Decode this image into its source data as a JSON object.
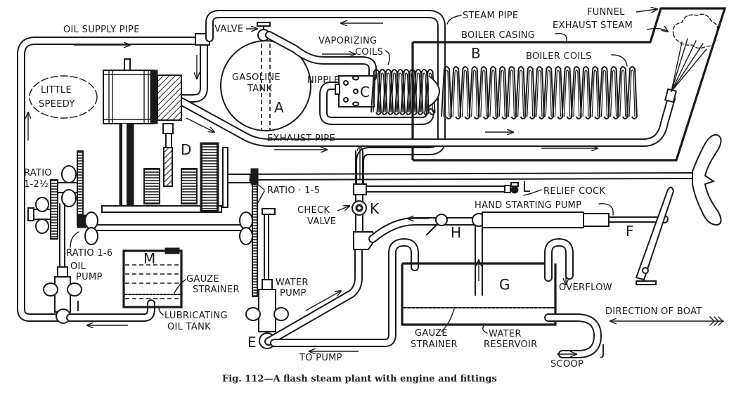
{
  "figure": {
    "caption": "Fig. 112—A flash steam plant with engine and fittings",
    "title_note": "LITTLE SPEEDY"
  },
  "components": {
    "gasoline_tank": {
      "letter": "A",
      "label_line1": "GASOLINE",
      "label_line2": "TANK"
    },
    "boiler": {
      "letter": "B"
    },
    "burner": {
      "letter": "C"
    },
    "engine": {
      "letter": "D"
    },
    "water_pump": {
      "letter": "E",
      "label_line1": "WATER",
      "label_line2": "PUMP"
    },
    "hand_pump": {
      "letter": "F",
      "label": "HAND STARTING PUMP"
    },
    "reservoir": {
      "letter": "G",
      "label_line1": "WATER",
      "label_line2": "RESERVOIR"
    },
    "hand_valve": {
      "letter": "H"
    },
    "oil_pump": {
      "letter": "I",
      "label_line1": "OIL",
      "label_line2": "PUMP"
    },
    "scoop": {
      "letter": "J",
      "label": "SCOOP"
    },
    "check_valve": {
      "letter": "K",
      "label_line1": "CHECK",
      "label_line2": "VALVE"
    },
    "relief_cock": {
      "letter": "L",
      "label": "RELIEF COCK"
    },
    "oil_tank": {
      "letter": "M",
      "label_line1": "LUBRICATING",
      "label_line2": "OIL TANK"
    }
  },
  "labels": {
    "oil_supply_pipe": "OIL SUPPLY PIPE",
    "valve": "VALVE",
    "steam_pipe": "STEAM PIPE",
    "funnel": "FUNNEL",
    "exhaust_steam": "EXHAUST STEAM",
    "boiler_casing": "BOILER CASING",
    "boiler_coils": "BOILER COILS",
    "vaporizing_line1": "VAPORIZING",
    "vaporizing_line2": "COILS",
    "nipple": "NIPPLE",
    "exhaust_pipe": "EXHAUST PIPE",
    "ratio_a_line1": "RATIO",
    "ratio_a_line2": "1-2½",
    "ratio_b": "RATIO 1-6",
    "ratio_c": "RATIO · 1-5",
    "gauze_strainer_oil_line1": "GAUZE",
    "gauze_strainer_oil_line2": "STRAINER",
    "gauze_strainer_water_line1": "GAUZE",
    "gauze_strainer_water_line2": "STRAINER",
    "to_pump": "TO PUMP",
    "overflow": "OVERFLOW",
    "direction_of_boat": "DIRECTION OF BOAT"
  }
}
